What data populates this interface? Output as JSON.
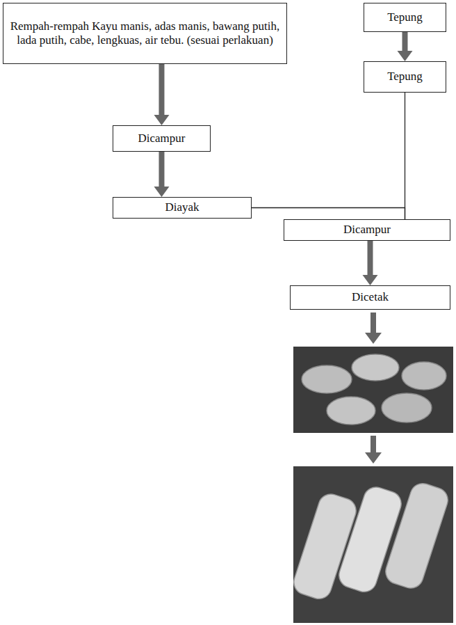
{
  "diagram": {
    "nodes": [
      {
        "text": [
          "Rempah-rempah Kayu manis, adas manis, bawang putih, lada putih, cabe, lengkuas, air tebu. (sesuai perlakuan)"
        ]
      },
      {
        "text": [
          "Tepung"
        ]
      },
      {
        "text": [
          "Tepung"
        ]
      },
      {
        "text": [
          "Dicampur"
        ]
      },
      {
        "text": [
          "Diayak"
        ]
      },
      {
        "text": [
          "Dicampur"
        ]
      },
      {
        "text": [
          "Dicetak"
        ]
      }
    ],
    "edges": [
      {
        "from": 0,
        "to": 3,
        "arrow": "to"
      },
      {
        "from": 3,
        "to": 4,
        "arrow": "to"
      },
      {
        "from": 1,
        "to": 2,
        "arrow": "to"
      },
      {
        "from": 4,
        "to": 5,
        "arrow": "none"
      },
      {
        "from": 2,
        "to": 5,
        "arrow": "none"
      },
      {
        "from": 5,
        "to": 6,
        "arrow": "to"
      }
    ]
  }
}
